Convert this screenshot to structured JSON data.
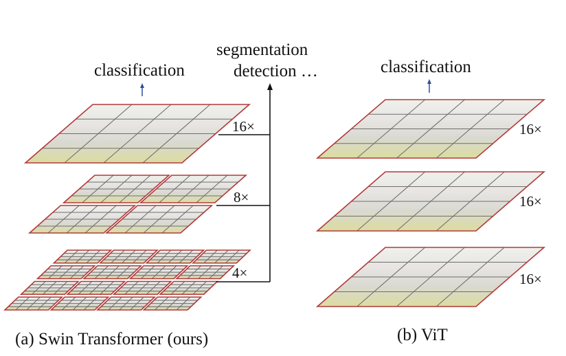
{
  "swin": {
    "head_label": "classification",
    "dense_labels": [
      "segmentation",
      "detection …"
    ],
    "scales": [
      "16×",
      "8×",
      "4×"
    ],
    "caption": "(a) Swin Transformer (ours)"
  },
  "vit": {
    "head_label": "classification",
    "scales": [
      "16×",
      "16×",
      "16×"
    ],
    "caption": "(b) ViT"
  },
  "colors": {
    "border": "#b03a3a",
    "grid": "#6e6e6e",
    "arrow_blue": "#2f4f9a",
    "line": "#111111"
  }
}
